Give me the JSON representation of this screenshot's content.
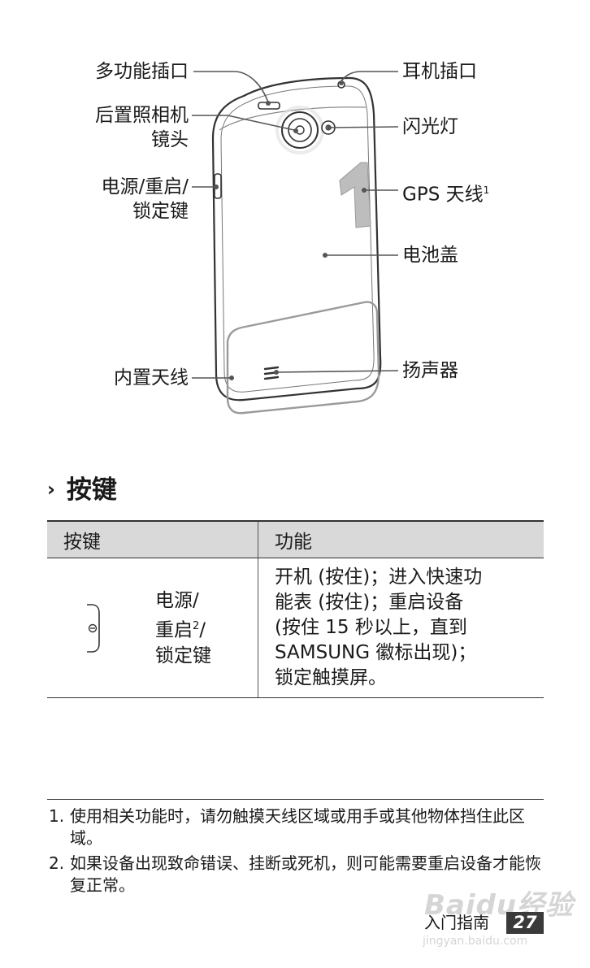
{
  "callouts": {
    "multi_port": "多功能插口",
    "rear_camera_1": "后置照相机",
    "rear_camera_2": "镜头",
    "power_key_1": "电源/重启/",
    "power_key_2": "锁定键",
    "internal_antenna": "内置天线",
    "headset_jack": "耳机插口",
    "flash": "闪光灯",
    "gps_antenna": "GPS 天线",
    "gps_footnote": "1",
    "battery_cover": "电池盖",
    "speaker": "扬声器"
  },
  "section": {
    "chevron": "›",
    "title": "按键"
  },
  "table": {
    "headers": [
      "按键",
      "功能"
    ],
    "row": {
      "key_name_1": "电源/",
      "key_name_2": "重启",
      "key_name_2_sup": "2",
      "key_name_2_tail": "/",
      "key_name_3": "锁定键",
      "function_lines": [
        "开机 (按住)；进入快速功",
        "能表 (按住)；重启设备",
        "(按住 15 秒以上，直到",
        "SAMSUNG 徽标出现)；",
        "锁定触摸屏。"
      ]
    }
  },
  "footnotes": [
    {
      "num": "1.",
      "text": "使用相关功能时，请勿触摸天线区域或用手或其他物体挡住此区域。"
    },
    {
      "num": "2.",
      "text": "如果设备出现致命错误、挂断或死机，则可能需要重启设备才能恢复正常。"
    }
  ],
  "footer": {
    "section_name": "入门指南",
    "page_number": "27"
  },
  "watermark": {
    "brand": "Baidu经验",
    "url": "jingyan.baidu.com"
  },
  "colors": {
    "header_bg": "#d9d9d9",
    "page_box": "#3a3a3a",
    "callout_line": "#555555"
  }
}
